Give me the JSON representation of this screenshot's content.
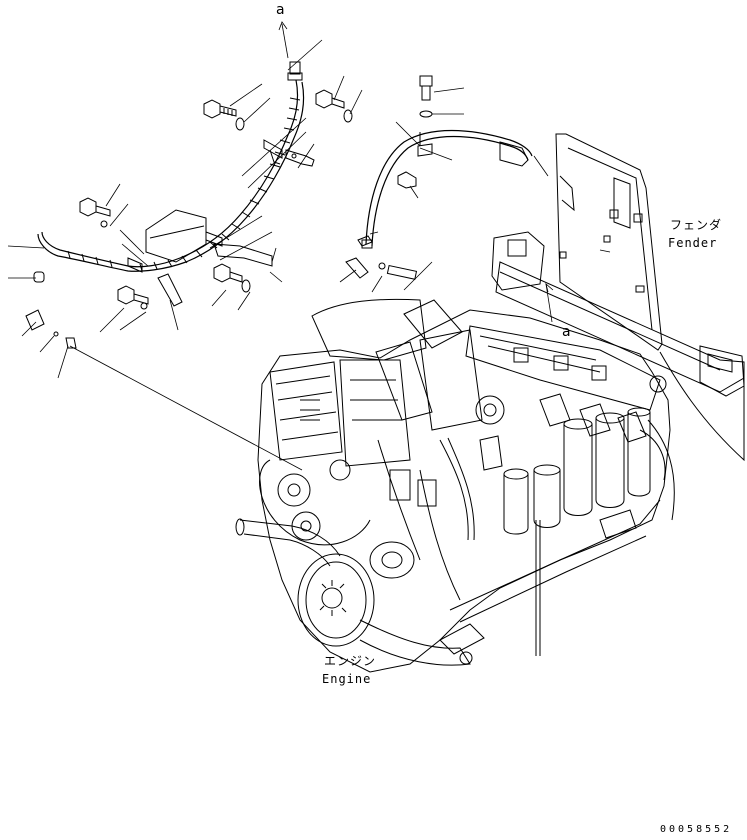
{
  "labels": {
    "fender_jp": "フェンダ",
    "fender_en": "Fender",
    "engine_jp": "エンジン",
    "engine_en": "Engine",
    "ref_a_top": "a",
    "ref_a_mid": "a"
  },
  "drawing_code": "00058552",
  "colors": {
    "line": "#000000",
    "background": "#ffffff"
  }
}
